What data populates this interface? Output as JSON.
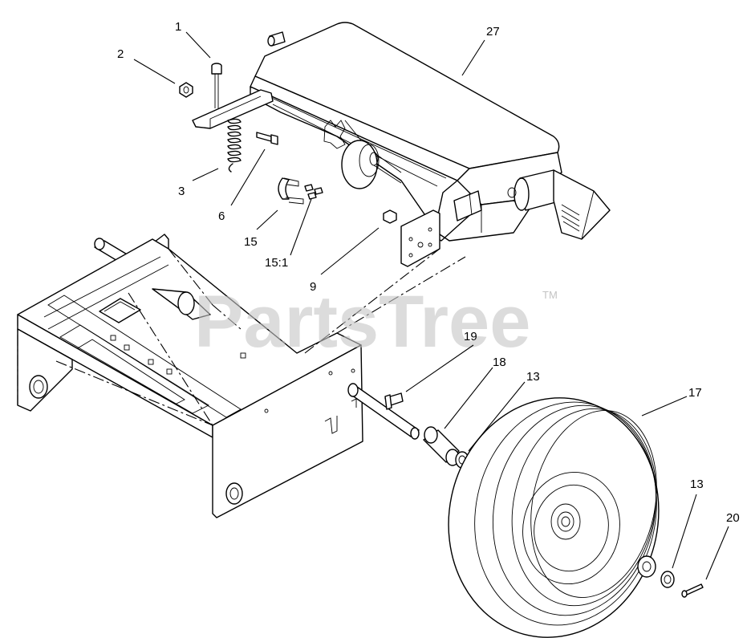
{
  "watermark": {
    "text": "PartsTree",
    "trademark": "TM",
    "color": "#c4c4c4"
  },
  "callouts": [
    {
      "id": "c1",
      "label": "1"
    },
    {
      "id": "c2",
      "label": "2"
    },
    {
      "id": "c3",
      "label": "3"
    },
    {
      "id": "c6",
      "label": "6"
    },
    {
      "id": "c9",
      "label": "9"
    },
    {
      "id": "c13a",
      "label": "13"
    },
    {
      "id": "c13b",
      "label": "13"
    },
    {
      "id": "c15",
      "label": "15"
    },
    {
      "id": "c151",
      "label": "15:1"
    },
    {
      "id": "c17",
      "label": "17"
    },
    {
      "id": "c18",
      "label": "18"
    },
    {
      "id": "c19",
      "label": "19"
    },
    {
      "id": "c20",
      "label": "20"
    },
    {
      "id": "c27",
      "label": "27"
    }
  ],
  "colors": {
    "line": "#000000",
    "background": "#ffffff"
  }
}
